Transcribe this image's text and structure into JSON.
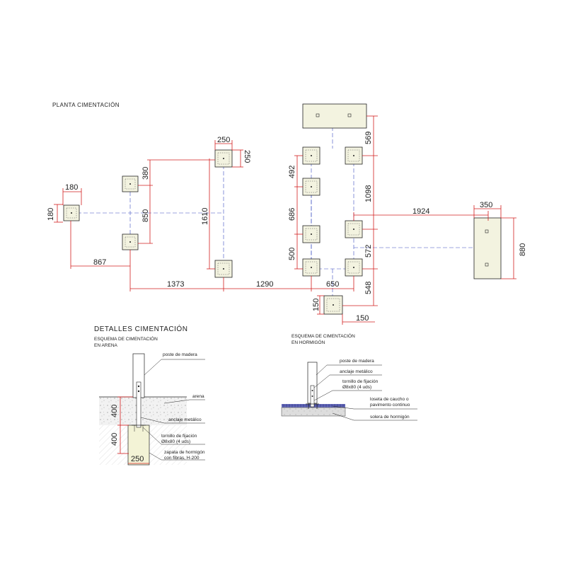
{
  "plan": {
    "title": "PLANTA CIMENTACIÓN",
    "dimensions": {
      "d180w": "180",
      "d180h": "180",
      "d250w": "250",
      "d250h": "250",
      "d380": "380",
      "d850": "850",
      "d1610": "1610",
      "d867": "867",
      "d1373": "1373",
      "d1290": "1290",
      "d650": "650",
      "d150v": "150",
      "d150h": "150",
      "d569": "569",
      "d1098": "1098",
      "d572": "572",
      "d548": "548",
      "d492": "492",
      "d686": "686",
      "d500": "500",
      "d1924": "1924",
      "d350": "350",
      "d880": "880"
    }
  },
  "details": {
    "title": "DETALLES CIMENTACIÓN",
    "sand": {
      "title_line1": "ESQUEMA DE CIMENTACIÓN",
      "title_line2": "EN ARENA",
      "labels": {
        "post": "poste de madera",
        "sand": "arena",
        "anchor": "anclaje metálico",
        "bolt_line1": "tornillo de fijación",
        "bolt_line2": "Ø8x80 (4 uds)",
        "footing_line1": "zapata de hormigón",
        "footing_line2": "con fibras, H-200"
      },
      "dimensions": {
        "depth_sand": "400",
        "depth_footing": "400",
        "width_footing": "250"
      }
    },
    "concrete": {
      "title_line1": "ESQUEMA DE CIMENTACIÓN",
      "title_line2": "EN HORMIGÓN",
      "labels": {
        "post": "poste de madera",
        "anchor": "anclaje metálico",
        "bolt_line1": "tornillo de fijación",
        "bolt_line2": "Ø8x80 (4 uds)",
        "tile_line1": "loseta de caucho o",
        "tile_line2": "pavimento continuo",
        "slab": "solera de hormigón"
      }
    }
  },
  "colors": {
    "dimension": "#d21f1f",
    "axis": "#3a4cbf",
    "footing_fill": "#f3f3e0",
    "line": "#222222"
  }
}
